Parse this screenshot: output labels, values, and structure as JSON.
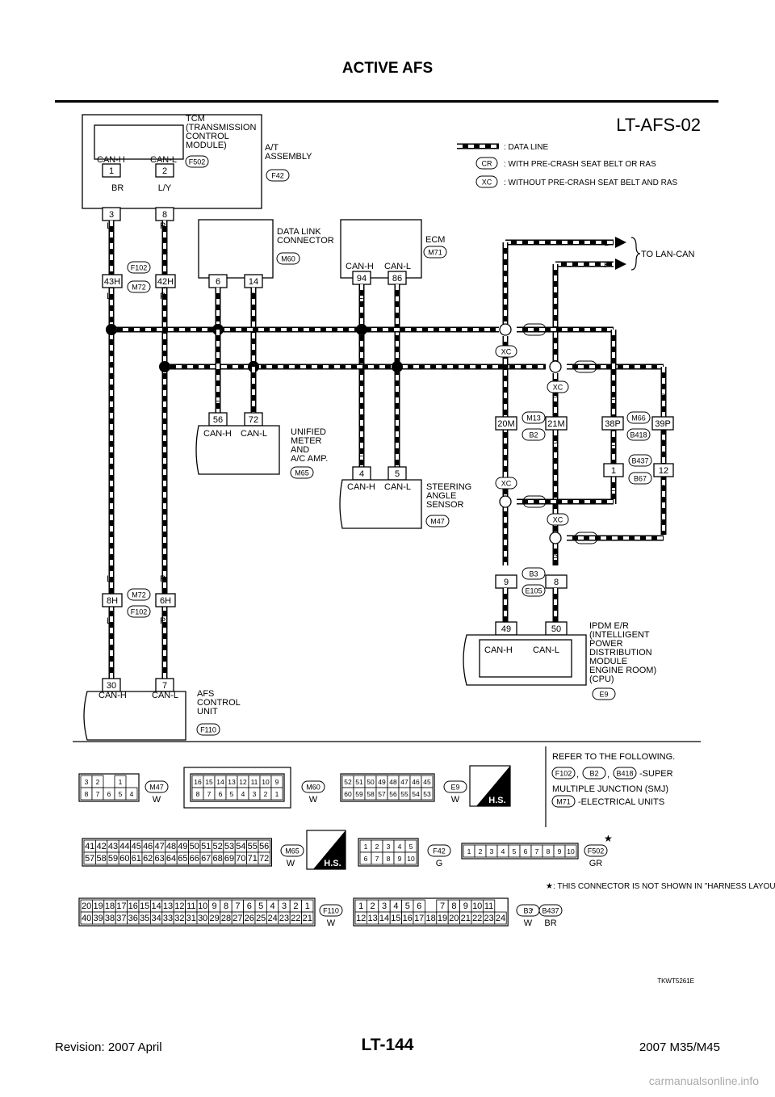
{
  "header": {
    "title": "ACTIVE AFS"
  },
  "diagram_id": "LT-AFS-02",
  "legend": {
    "data_line": ": DATA LINE",
    "cr_code": "CR",
    "cr_text": ": WITH PRE-CRASH SEAT BELT OR RAS",
    "xc_code": "XC",
    "xc_text": ": WITHOUT PRE-CRASH SEAT BELT AND RAS"
  },
  "components": {
    "tcm": {
      "lines": [
        "TCM",
        "(TRANSMISSION",
        " CONTROL",
        " MODULE)"
      ],
      "conn": "F502",
      "pin_h": "1",
      "pin_l": "2",
      "lbl_h": "CAN-H",
      "lbl_l": "CAN-L",
      "wire_h": "BR",
      "wire_l": "L/Y"
    },
    "at_assembly": {
      "lines": [
        "A/T",
        "ASSEMBLY"
      ],
      "conn": "F42",
      "pin_h": "3",
      "pin_l": "8"
    },
    "dlc": {
      "lines": [
        "DATA LINK",
        "CONNECTOR"
      ],
      "conn": "M60",
      "pin_h": "6",
      "pin_l": "14"
    },
    "ecm": {
      "name": "ECM",
      "conn": "M71",
      "pin_h": "94",
      "pin_l": "86",
      "lbl_h": "CAN-H",
      "lbl_l": "CAN-L"
    },
    "to_lan": {
      "text": "TO LAN-CAN",
      "w1": "L",
      "w2": "P"
    },
    "unified_meter": {
      "lines": [
        "UNIFIED",
        "METER",
        "AND",
        "A/C AMP."
      ],
      "conn": "M65",
      "pin_h": "56",
      "pin_l": "72",
      "lbl_h": "CAN-H",
      "lbl_l": "CAN-L"
    },
    "steering": {
      "lines": [
        "STEERING",
        "ANGLE",
        "SENSOR"
      ],
      "conn": "M47",
      "pin_h": "4",
      "pin_l": "5",
      "lbl_h": "CAN-H",
      "lbl_l": "CAN-L"
    },
    "ipdm": {
      "lines": [
        "IPDM E/R",
        "(INTELLIGENT",
        " POWER",
        " DISTRIBUTION",
        " MODULE",
        " ENGINE ROOM)",
        "(CPU)"
      ],
      "conn": "E9",
      "pin_h": "49",
      "pin_l": "50",
      "lbl_h": "CAN-H",
      "lbl_l": "CAN-L"
    },
    "afs": {
      "lines": [
        "AFS",
        "CONTROL",
        "UNIT"
      ],
      "conn": "F110",
      "pin_h": "30",
      "pin_l": "7",
      "lbl_h": "CAN-H",
      "lbl_l": "CAN-L"
    }
  },
  "junctions": {
    "f102_top": {
      "pin_h": "43H",
      "pin_l": "42H",
      "c1": "F102",
      "c2": "M72"
    },
    "m72_bot": {
      "pin_h": "8H",
      "pin_l": "6H",
      "c1": "M72",
      "c2": "F102"
    },
    "m13": {
      "pin_h": "20M",
      "pin_l": "21M",
      "c1": "M13",
      "c2": "B2"
    },
    "m66": {
      "pin_h": "38P",
      "pin_l": "39P",
      "c1": "M66",
      "c2": "B418"
    },
    "b437": {
      "pin_h": "1",
      "pin_l": "12",
      "c1": "B437",
      "c2": "B67"
    },
    "b3": {
      "pin_h": "9",
      "pin_l": "8",
      "c1": "B3",
      "c2": "E105"
    }
  },
  "wire": {
    "l": "L",
    "p": "P"
  },
  "connectors": {
    "m47": {
      "top": [
        "3",
        "2",
        "",
        "1"
      ],
      "bottom": [
        "8",
        "7",
        "6",
        "5",
        "4"
      ],
      "code": "M47",
      "color": "W"
    },
    "m60": {
      "top": [
        "16",
        "15",
        "14",
        "13",
        "12",
        "11",
        "10",
        "9"
      ],
      "bottom": [
        "8",
        "7",
        "6",
        "5",
        "4",
        "3",
        "2",
        "1"
      ],
      "code": "M60",
      "color": "W"
    },
    "e9": {
      "top": [
        "52",
        "51",
        "50",
        "49",
        "48",
        "47",
        "46",
        "45"
      ],
      "bottom": [
        "60",
        "59",
        "58",
        "57",
        "56",
        "55",
        "54",
        "53"
      ],
      "code": "E9",
      "color": "W"
    },
    "m65": {
      "top": [
        "41",
        "42",
        "43",
        "44",
        "45",
        "46",
        "47",
        "48",
        "49",
        "50",
        "51",
        "52",
        "53",
        "54",
        "55",
        "56"
      ],
      "bottom": [
        "57",
        "58",
        "59",
        "60",
        "61",
        "62",
        "63",
        "64",
        "65",
        "66",
        "67",
        "68",
        "69",
        "70",
        "71",
        "72"
      ],
      "code": "M65",
      "color": "W"
    },
    "f42": {
      "top": [
        "1",
        "2",
        "3",
        "4",
        "5"
      ],
      "bottom": [
        "6",
        "7",
        "8",
        "9",
        "10"
      ],
      "code": "F42",
      "color": "G"
    },
    "f502": {
      "top": [
        "1",
        "2",
        "3",
        "4",
        "5",
        "6",
        "7",
        "8",
        "9",
        "10"
      ],
      "code": "F502",
      "color": "GR"
    },
    "f110": {
      "top": [
        "20",
        "19",
        "18",
        "17",
        "16",
        "15",
        "14",
        "13",
        "12",
        "11",
        "10",
        "9",
        "8",
        "7",
        "6",
        "5",
        "4",
        "3",
        "2",
        "1"
      ],
      "bottom": [
        "40",
        "39",
        "38",
        "37",
        "36",
        "35",
        "34",
        "33",
        "32",
        "31",
        "30",
        "29",
        "28",
        "27",
        "26",
        "25",
        "24",
        "23",
        "22",
        "21"
      ],
      "code": "F110",
      "color": "W"
    },
    "b3": {
      "top": [
        "1",
        "2",
        "3",
        "4",
        "5",
        "6",
        "",
        "7",
        "8",
        "9",
        "10",
        "11"
      ],
      "bottom": [
        "12",
        "13",
        "14",
        "15",
        "16",
        "17",
        "18",
        "19",
        "20",
        "21",
        "22",
        "23",
        "24"
      ],
      "code1": "B3",
      "code2": "B437",
      "color1": "W",
      "color2": "BR"
    }
  },
  "hs": "H.S.",
  "refer": {
    "title": "REFER TO THE FOLLOWING.",
    "c1": "F102",
    "c2": "B2",
    "c3": "B418",
    "smj1": "-SUPER",
    "smj2": "MULTIPLE JUNCTION (SMJ)",
    "c4": "M71",
    "eu": "-ELECTRICAL UNITS"
  },
  "note": ": THIS CONNECTOR IS NOT SHOWN IN \"HARNESS LAYOUT\", PG SECTION.",
  "star": "★",
  "code_ref": "TKWT5261E",
  "footer": {
    "revision": "Revision: 2007 April",
    "page": "LT-144",
    "model": "2007 M35/M45"
  },
  "watermark": "carmanualsonline.info"
}
